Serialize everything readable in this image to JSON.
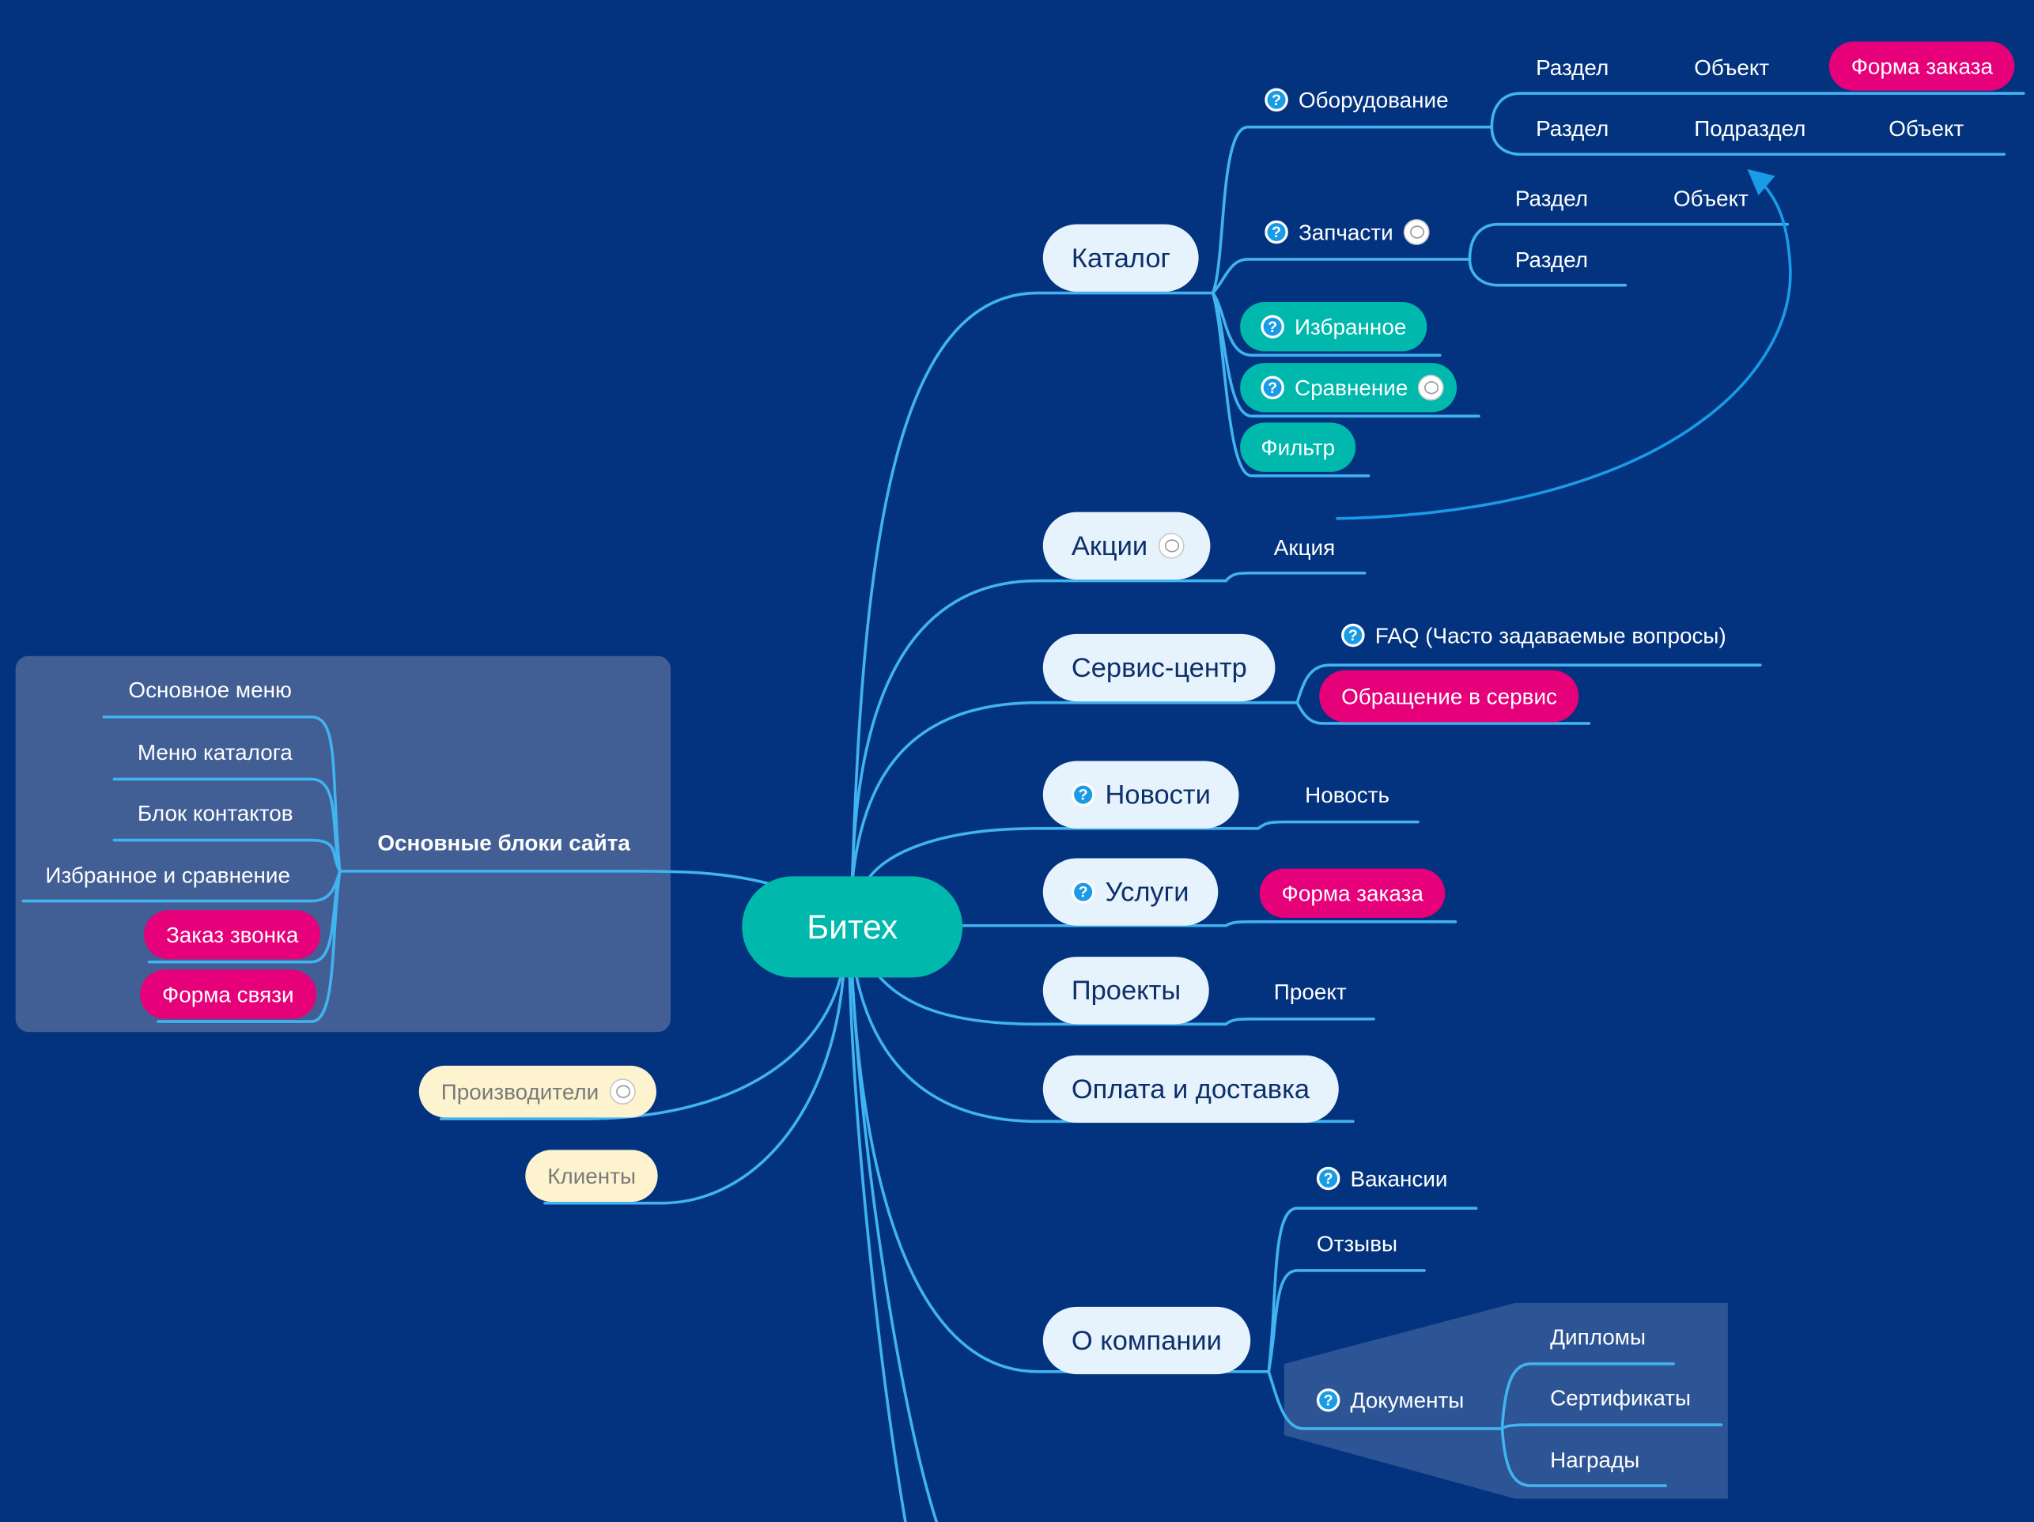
{
  "colors": {
    "background": "#03337f",
    "connector": "#41b3f0",
    "central_fill": "#00b8ac",
    "topic_fill": "#e6f3fd",
    "highlight_teal": "#00b8ac",
    "highlight_pink": "#e6007a",
    "secondary_fill": "#fdf3cf",
    "group_fill": "#415f95"
  },
  "icons": {
    "question": "question-mark-icon",
    "comment": "comment-icon",
    "arrow": "relationship-arrow"
  },
  "question_mark": "?",
  "central": {
    "label": "Битех"
  },
  "topics": {
    "catalog": {
      "label": "Каталог",
      "equipment": {
        "label": "Оборудование",
        "row1": [
          "Раздел",
          "Объект",
          "Форма заказа"
        ],
        "row2": [
          "Раздел",
          "Подраздел",
          "Объект"
        ]
      },
      "parts": {
        "label": "Запчасти",
        "row1": [
          "Раздел",
          "Объект"
        ],
        "row2": [
          "Раздел"
        ]
      },
      "favorites": "Избранное",
      "comparison": "Сравнение",
      "filter": "Фильтр"
    },
    "promotions": {
      "label": "Акции",
      "child": "Акция"
    },
    "service": {
      "label": "Сервис-центр",
      "faq": "FAQ (Часто задаваемые вопросы)",
      "request": "Обращение в сервис"
    },
    "news": {
      "label": "Новости",
      "child": "Новость"
    },
    "services": {
      "label": "Услуги",
      "child": "Форма заказа"
    },
    "projects": {
      "label": "Проекты",
      "child": "Проект"
    },
    "payment": {
      "label": "Оплата и доставка"
    },
    "company": {
      "label": "О компании",
      "vacancies": "Вакансии",
      "reviews": "Отзывы",
      "documents": {
        "label": "Документы",
        "children": [
          "Дипломы",
          "Сертификаты",
          "Награды"
        ]
      }
    },
    "blocks": {
      "label": "Основные блоки сайта",
      "children": [
        "Основное меню",
        "Меню каталога",
        "Блок контактов",
        "Избранное и сравнение",
        "Заказ звонка",
        "Форма связи"
      ]
    },
    "manufacturers": {
      "label": "Производители"
    },
    "clients": {
      "label": "Клиенты"
    }
  }
}
